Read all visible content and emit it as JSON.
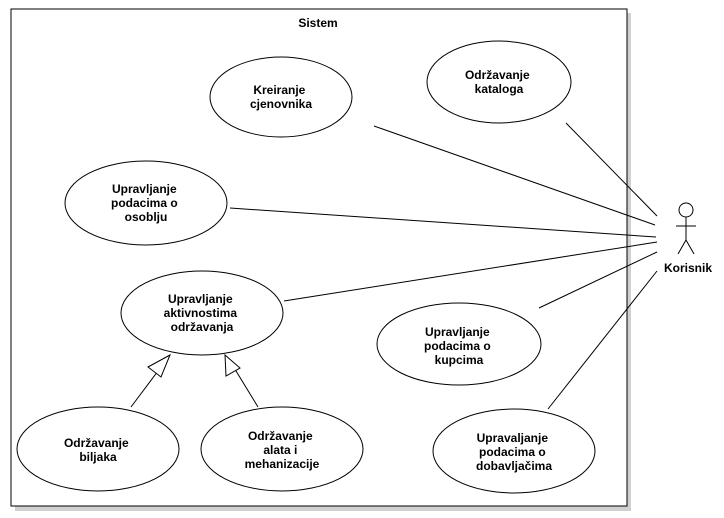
{
  "system": {
    "title": "Sistem"
  },
  "actor": {
    "name": "Korisnik"
  },
  "use_cases": [
    {
      "id": "kreiranje-cjenovnika",
      "lines": [
        "Kreiranje",
        "cjenovnika"
      ]
    },
    {
      "id": "odrzavanje-kataloga",
      "lines": [
        "Održavanje",
        "kataloga"
      ]
    },
    {
      "id": "upravljanje-osobljem",
      "lines": [
        "Upravljanje",
        "podacima o",
        "osoblju"
      ]
    },
    {
      "id": "upravljanje-aktivnostima",
      "lines": [
        "Upravljanje",
        "aktivnostima",
        "održavanja"
      ]
    },
    {
      "id": "upravljanje-kupcima",
      "lines": [
        "Upravljanje",
        "podacima o",
        "kupcima"
      ]
    },
    {
      "id": "odrzavanje-biljaka",
      "lines": [
        "Održavanje",
        "biljaka"
      ]
    },
    {
      "id": "odrzavanje-alata",
      "lines": [
        "Održavanje",
        "alata i",
        "mehanizacije"
      ]
    },
    {
      "id": "upravljanje-dobavljacima",
      "lines": [
        "Upravaljanje",
        "podacima o",
        "dobavljačima"
      ]
    }
  ],
  "associations": [
    {
      "from": "actor",
      "to": "kreiranje-cjenovnika"
    },
    {
      "from": "actor",
      "to": "odrzavanje-kataloga"
    },
    {
      "from": "actor",
      "to": "upravljanje-osobljem"
    },
    {
      "from": "actor",
      "to": "upravljanje-aktivnostima"
    },
    {
      "from": "actor",
      "to": "upravljanje-kupcima"
    },
    {
      "from": "actor",
      "to": "upravljanje-dobavljacima"
    }
  ],
  "generalizations": [
    {
      "child": "odrzavanje-biljaka",
      "parent": "upravljanje-aktivnostima"
    },
    {
      "child": "odrzavanje-alata",
      "parent": "upravljanje-aktivnostima"
    }
  ]
}
